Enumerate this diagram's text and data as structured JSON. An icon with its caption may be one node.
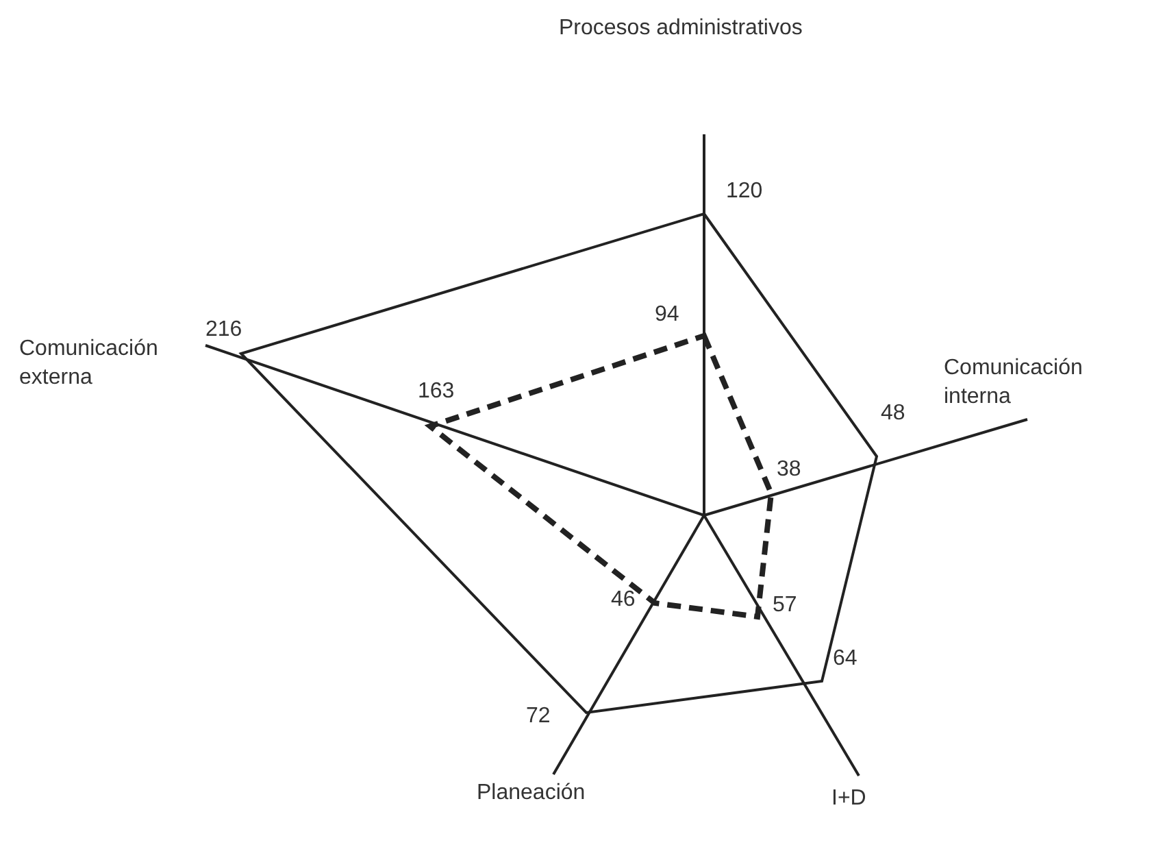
{
  "diagram": {
    "labels": [
      "Procesos administrativos",
      "120",
      "94",
      "216",
      "Comunicación externa",
      "Comunicación interna",
      "163",
      "48",
      "38",
      "46",
      "57",
      "64",
      "72",
      "Planeación",
      "I+D"
    ]
  }
}
